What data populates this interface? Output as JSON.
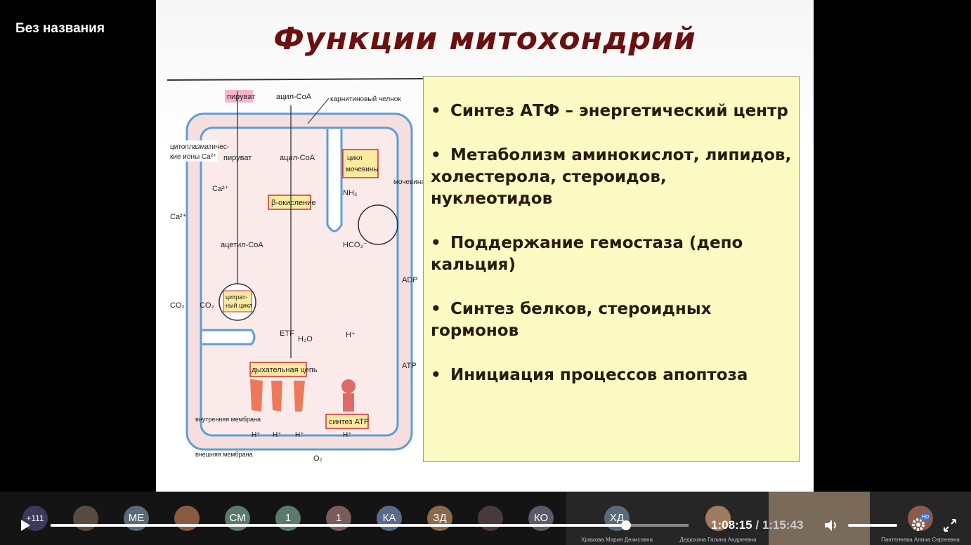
{
  "window": {
    "title": "Без названия"
  },
  "slide": {
    "title": "Функции митохондрий",
    "bullets": [
      "Синтез АТФ – энергетический центр",
      "Метаболизм аминокислот, липидов, холестерола, стероидов, нуклеотидов",
      "Поддержание гемостаза (депо кальция)",
      "Синтез белков, стероидных гормонов",
      "Инициация процессов апоптоза"
    ],
    "diagram_labels": {
      "pyruvate_top": "пируват",
      "acylcoa_top": "ацил-CoA",
      "carnitine": "карнитиновый челнок",
      "cyto_ca_1": "цитоплазматичес-",
      "cyto_ca_2": "кие ионы Ca²⁺",
      "pyruvate_in": "пируват",
      "acylcoa_in": "ацил-CoA",
      "urea_cycle_1": "цикл",
      "urea_cycle_2": "мочевины",
      "urea": "мочевина",
      "nh3": "NH₃",
      "ca_in": "Ca²⁺",
      "ca_out": "Ca²⁺",
      "beta_ox": "β-окисление",
      "hco3": "HCO₃⁻",
      "acetylcoa": "ацетил-CoA",
      "adp": "ADP",
      "co2_out": "CO₂",
      "co2_in": "CO₂",
      "citrate_1": "цитрат-",
      "citrate_2": "ный цикл",
      "etf": "ETF",
      "h2o": "H₂O",
      "h_plus": "H⁺",
      "atp": "ATP",
      "resp_chain": "дыхательная цепь",
      "inner_membrane": "внутренняя мембрана",
      "atp_synth": "синтез ATP",
      "h1": "H⁺",
      "h2": "H⁺",
      "h3": "H⁺",
      "h4": "H⁺",
      "o2": "O₂",
      "outer_membrane": "внешняя мембрана"
    }
  },
  "participants": {
    "more_count": "+111",
    "avatars": [
      "МЕ",
      "СМ",
      "1",
      "1",
      "КА",
      "ЗД",
      "КО",
      "ХД"
    ],
    "tiles": [
      {
        "name": "Храмова Мария Денисовна"
      },
      {
        "name": "Дедюхина Галина Андреевна"
      },
      {
        "name": "Пантелеева Алина Сергеевна"
      }
    ]
  },
  "player": {
    "current_time": "1:08:15",
    "separator": "/",
    "duration": "1:15:43",
    "progress": 0.9015,
    "volume": 1.0,
    "quality_badge": "HD",
    "icons": [
      "play-icon",
      "volume-icon",
      "settings-icon",
      "fullscreen-icon"
    ]
  }
}
